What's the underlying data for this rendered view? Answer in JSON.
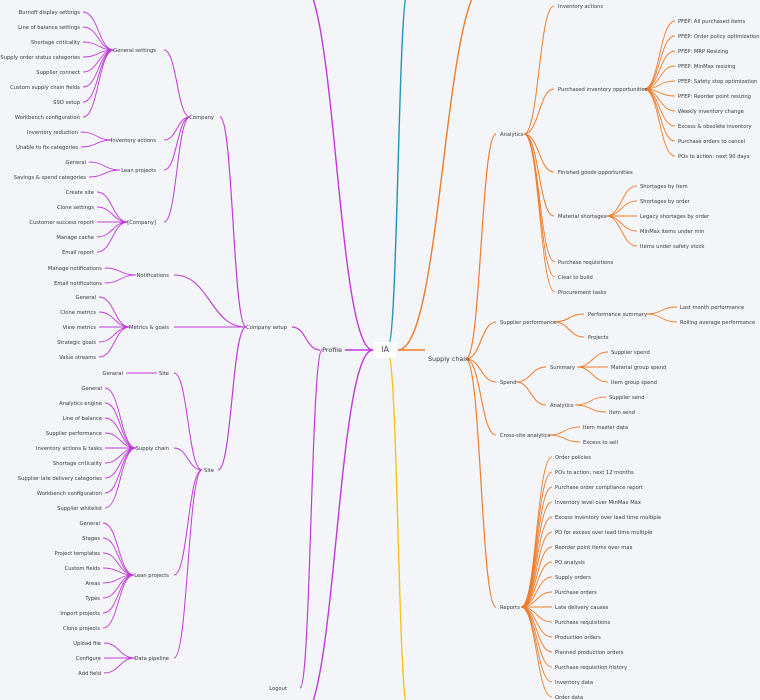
{
  "root": "IA",
  "colors": {
    "profile": "#c13ad9",
    "supply": "#ef7d2c",
    "teal": "#1d97b5",
    "yellow": "#f4c21a"
  },
  "profile": {
    "label": "Profile",
    "logout": "Logout",
    "company_setup": {
      "label": "Company setup",
      "company": {
        "label": "Company",
        "general_settings": {
          "label": "General settings",
          "items": [
            "Burnoff display settings",
            "Line of balance settings",
            "Shortage criticality",
            "Supply order status categories",
            "Supplier connect",
            "Custom supply chain fields",
            "SSO setup",
            "Workbench configuration"
          ]
        },
        "inventory_actions": {
          "label": "Inventory actions",
          "items": [
            "Inventory reduction",
            "Unable to fix categories"
          ]
        },
        "lean_projects": {
          "label": "Lean projects",
          "items": [
            "General",
            "Savings & spend categories"
          ]
        },
        "company_bracket": {
          "label": "[Company]",
          "items": [
            "Create site",
            "Clone settings",
            "Customer success report",
            "Manage cache",
            "Email report"
          ]
        }
      },
      "notifications": {
        "label": "Notifications",
        "items": [
          "Manage notifications",
          "Email notifications"
        ]
      },
      "metrics_goals": {
        "label": "Metrics & goals",
        "items": [
          "General",
          "Clone metrics",
          "View metrics",
          "Strategic goals",
          "Value streams"
        ]
      },
      "site": {
        "label": "Site",
        "site_sub": {
          "label": "Site",
          "items": [
            "General"
          ]
        },
        "supply_chain": {
          "label": "Supply chain",
          "items": [
            "General",
            "Analytics engine",
            "Line of balance",
            "Supplier performance",
            "Inventory actions & tasks",
            "Shortage criticality",
            "Supplier late delivery categories",
            "Workbench configuration",
            "Supplier whitelist"
          ]
        },
        "lean_projects": {
          "label": "Lean projects",
          "items": [
            "General",
            "Stages",
            "Project templates",
            "Custom fields",
            "Areas",
            "Types",
            "Import projects",
            "Clone projects"
          ]
        },
        "data_pipeline": {
          "label": "Data pipeline",
          "items": [
            "Upload file",
            "Configure",
            "Add field"
          ]
        }
      }
    }
  },
  "supply_chain": {
    "label": "Supply chain",
    "analytics": {
      "label": "Analytics",
      "inventory_actions": "Inventory actions",
      "purchased": {
        "label": "Purchased inventory opportunities",
        "items": [
          "PFEP: All purchased items",
          "PFEP: Order policy optimization",
          "PFEP: MRP Resizing",
          "PFEP: MinMax resizing",
          "PFEP: Safety stop optimization",
          "PFEP: Reorder point resizing",
          "Weekly inventory change",
          "Excess & obsolete inventory",
          "Purchase orders to cancel",
          "POs to action: next 90 days"
        ]
      },
      "finished_goods": "Finished goods opportunities",
      "material_shortages": {
        "label": "Material shortages",
        "items": [
          "Shortages by item",
          "Shortages by order",
          "Legacy shortages by order",
          "MinMax items under min",
          "Items under safety stock"
        ]
      },
      "tail": [
        "Purchase requisitions",
        "Clear to build",
        "Procurement tasks"
      ]
    },
    "supplier_performance": {
      "label": "Supplier performance",
      "summary": {
        "label": "Performance summary",
        "items": [
          "Last month performance",
          "Rolling average performance"
        ]
      },
      "projects": "Projects"
    },
    "spend": {
      "label": "Spend",
      "summary": {
        "label": "Summary",
        "items": [
          "Supplier spend",
          "Material group spend",
          "Item group spend"
        ]
      },
      "analytics": {
        "label": "Analytics",
        "items": [
          "Supplier send",
          "Item send"
        ]
      }
    },
    "cross_site": {
      "label": "Cross-site analytics",
      "items": [
        "Item master data",
        "Excess to sell"
      ]
    },
    "reports": {
      "label": "Reports",
      "items": [
        "Order policies",
        "POs to action: next 12 months",
        "Purchase order compliance report",
        "Inventory level over MinMax Max",
        "Excess inventory over lead time multiple",
        "PO for excess over lead time multiple",
        "Reorder point items over max",
        "PQ analysis",
        "Supply orders",
        "Purchase orders",
        "Late delivery causes",
        "Purchase requisitions",
        "Production orders",
        "Planned production orders",
        "Purchase requisition history",
        "Inventory data",
        "Order data"
      ]
    }
  }
}
